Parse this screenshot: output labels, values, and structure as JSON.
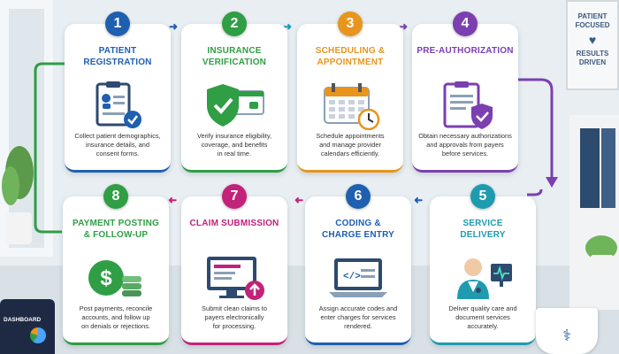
{
  "steps": [
    {
      "number": "1",
      "title": [
        "PATIENT",
        "REGISTRATION"
      ],
      "desc": [
        "Collect patient demographics,",
        "insurance details, and",
        "consent forms."
      ],
      "color": "#1f5fb0",
      "icon": "clipboard-check-icon"
    },
    {
      "number": "2",
      "title": [
        "INSURANCE",
        "VERIFICATION"
      ],
      "desc": [
        "Verify insurance eligibility,",
        "coverage, and benefits",
        "in real time."
      ],
      "color": "#2f9e44",
      "icon": "shield-card-icon"
    },
    {
      "number": "3",
      "title": [
        "SCHEDULING &",
        "APPOINTMENT"
      ],
      "desc": [
        "Schedule appointments",
        "and manage provider",
        "calendars efficiently."
      ],
      "color": "#e8951e",
      "icon": "calendar-clock-icon"
    },
    {
      "number": "4",
      "title": [
        "PRE-AUTHORIZATION"
      ],
      "desc": [
        "Obtain necessary authorizations",
        "and approvals from payers",
        "before services."
      ],
      "color": "#7b3fb0",
      "icon": "clipboard-shield-icon"
    },
    {
      "number": "5",
      "title": [
        "SERVICE",
        "DELIVERY"
      ],
      "desc": [
        "Deliver quality care and",
        "document services",
        "accurately."
      ],
      "color": "#1f9bb0",
      "icon": "doctor-monitor-icon"
    },
    {
      "number": "6",
      "title": [
        "CODING &",
        "CHARGE ENTRY"
      ],
      "desc": [
        "Assign accurate codes and",
        "enter charges for services",
        "rendered."
      ],
      "color": "#1f5fb0",
      "icon": "laptop-code-icon"
    },
    {
      "number": "7",
      "title": [
        "CLAIM SUBMISSION"
      ],
      "desc": [
        "Submit clean claims to",
        "payers electronically",
        "for processing."
      ],
      "color": "#c2227a",
      "icon": "monitor-upload-icon"
    },
    {
      "number": "8",
      "title": [
        "PAYMENT POSTING",
        "& FOLLOW-UP"
      ],
      "desc": [
        "Post payments, reconcile",
        "accounts, and follow up",
        "on denials or rejections."
      ],
      "color": "#2f9e44",
      "icon": "dollar-coins-icon"
    }
  ],
  "poster": [
    "PATIENT",
    "FOCUSED",
    "RESULTS",
    "DRIVEN"
  ],
  "tablet_label": "DASHBOARD"
}
